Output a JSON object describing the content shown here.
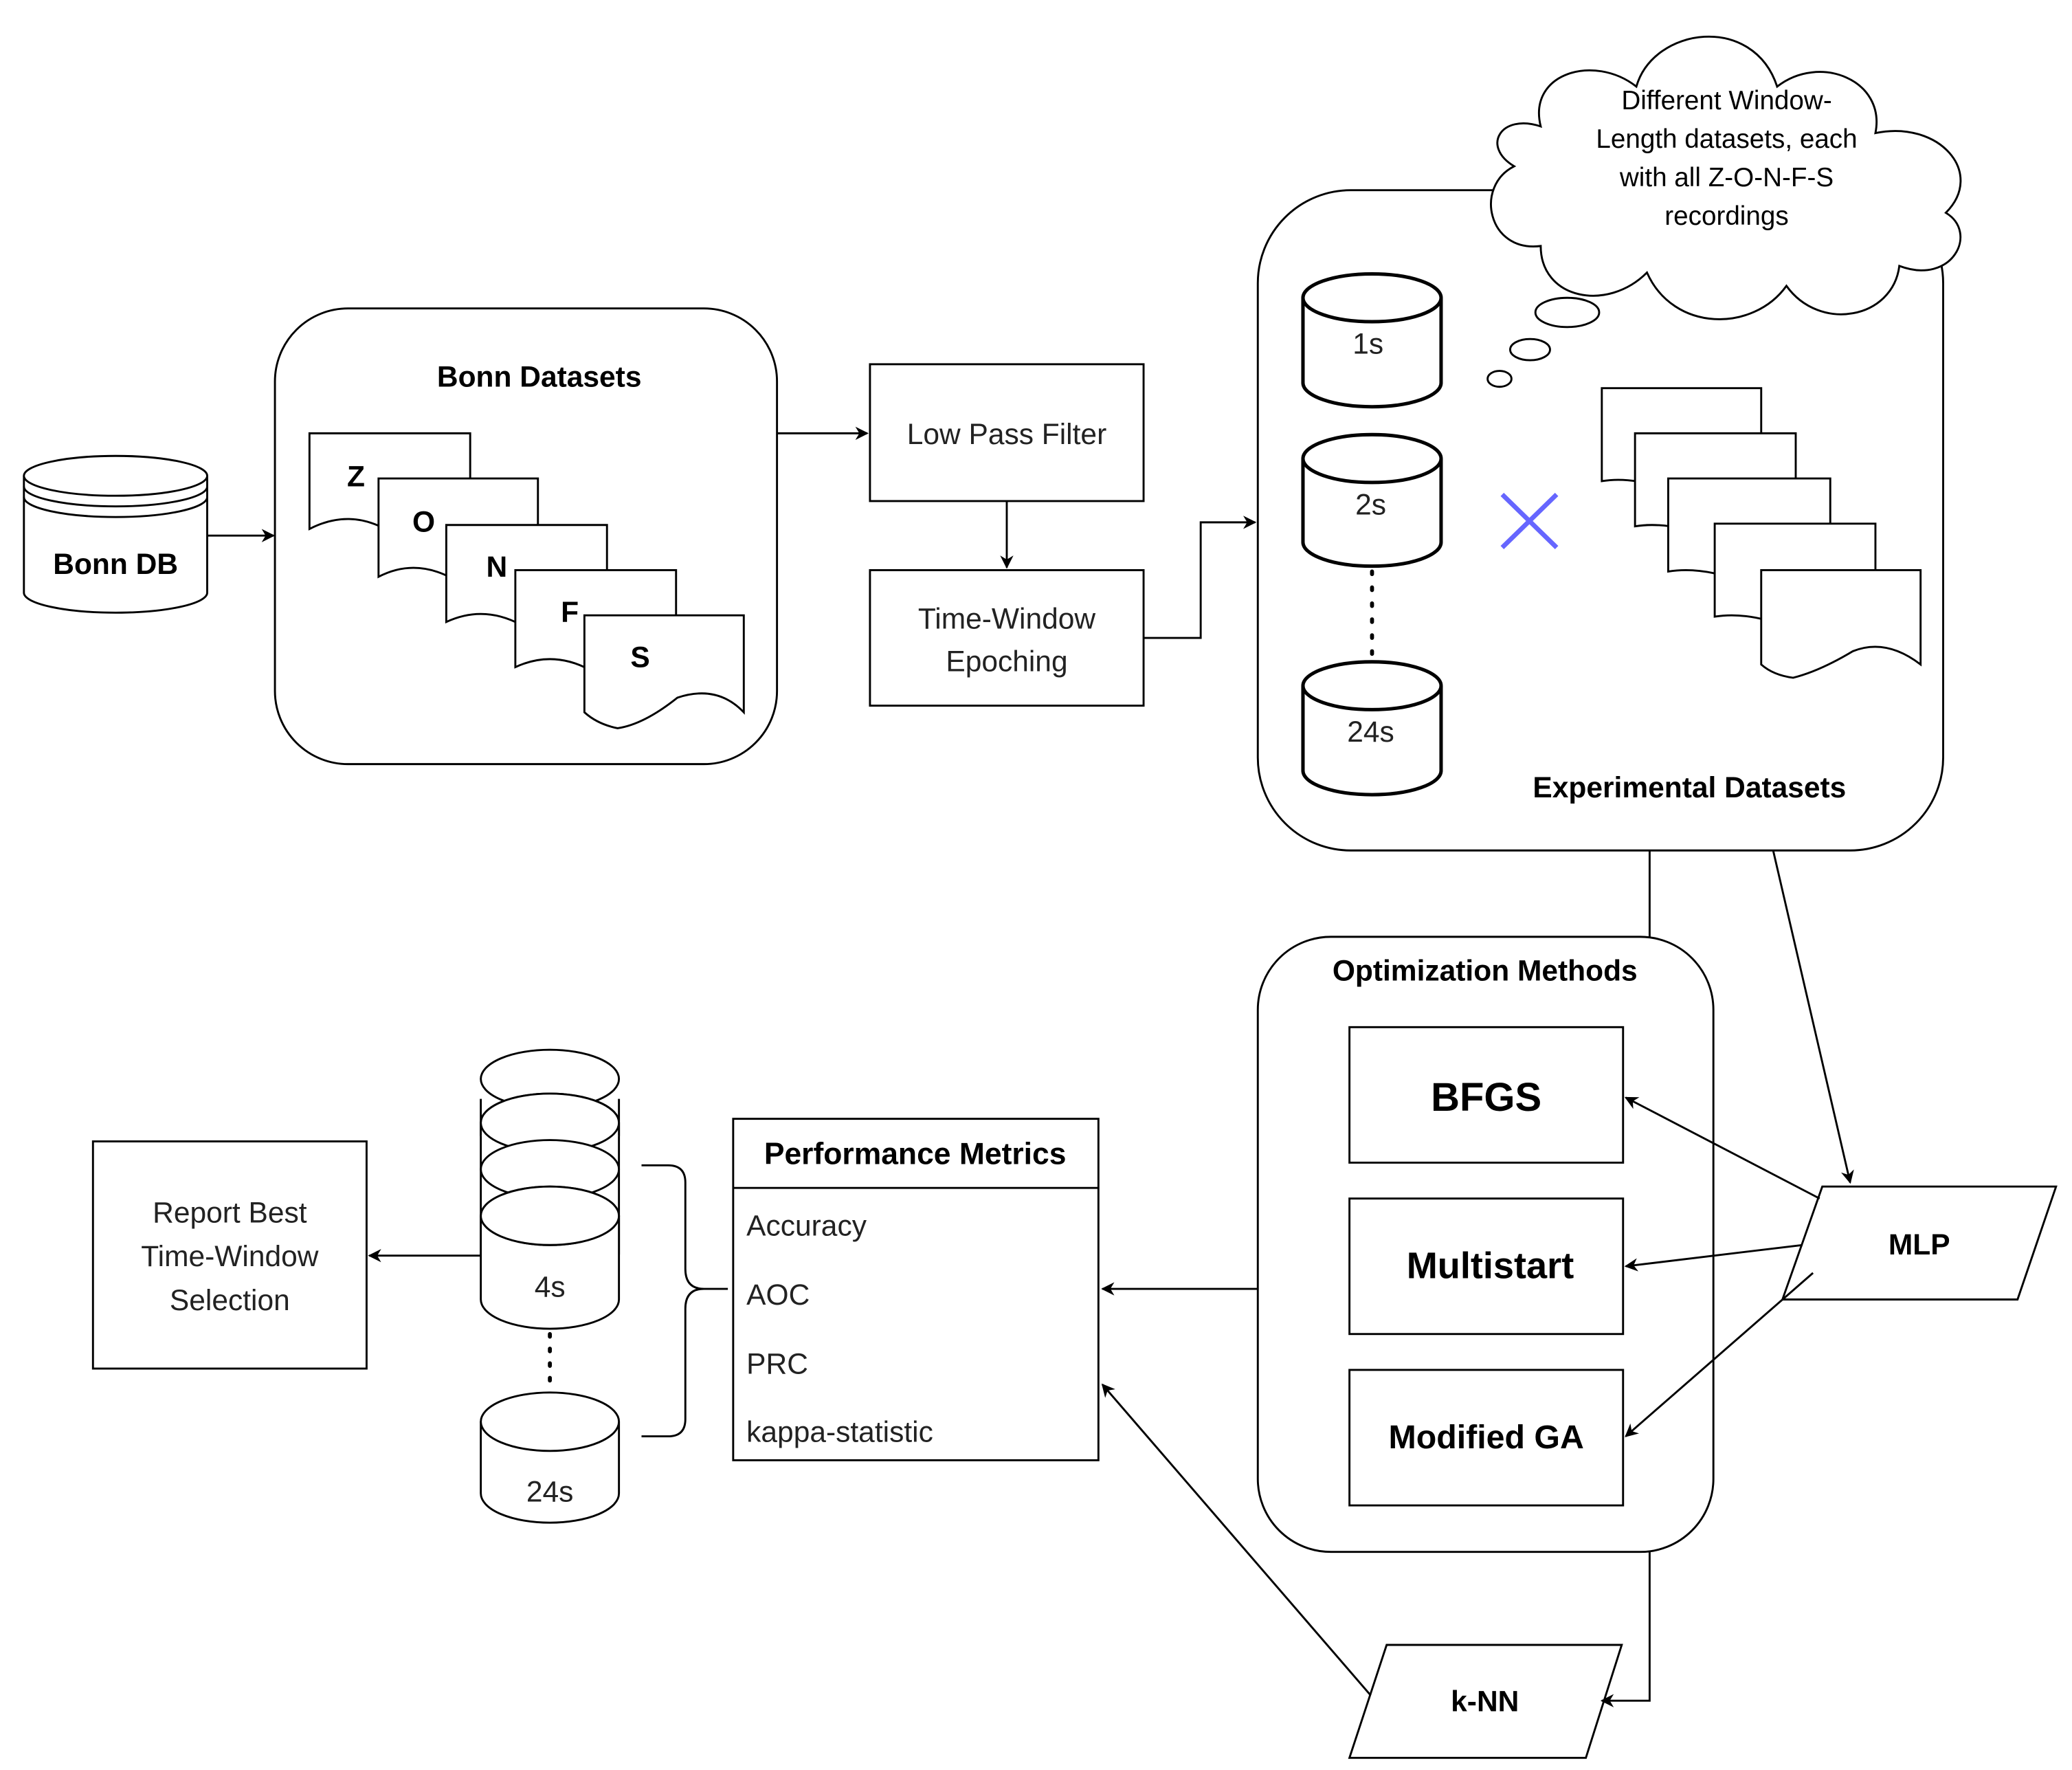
{
  "diagram": {
    "nodes": {
      "bonn_db": "Bonn DB",
      "bonn_datasets": {
        "title": "Bonn Datasets",
        "sets": [
          "Z",
          "O",
          "N",
          "F",
          "S"
        ]
      },
      "low_pass_filter": "Low Pass Filter",
      "time_window_epoching": [
        "Time-Window",
        "Epoching"
      ],
      "experimental_datasets": {
        "title": "Experimental Datasets",
        "windows": [
          "1s",
          "2s",
          "24s"
        ],
        "multiply_symbol": "×",
        "multiply_color": "#6666ff"
      },
      "thought_cloud": [
        "Different Window-",
        "Length datasets, each",
        "with all Z-O-N-F-S",
        "recordings"
      ],
      "optimization_methods": {
        "title": "Optimization Methods",
        "methods": [
          "BFGS",
          "Multistart",
          "Modified GA"
        ]
      },
      "mlp": "MLP",
      "knn": "k-NN",
      "performance_metrics": {
        "title": "Performance Metrics",
        "items": [
          "Accuracy",
          "AOC",
          "PRC",
          "kappa-statistic"
        ]
      },
      "results_stack": {
        "labels": [
          "4s",
          "24s"
        ]
      },
      "report": [
        "Report Best",
        "Time-Window",
        "Selection"
      ]
    }
  }
}
